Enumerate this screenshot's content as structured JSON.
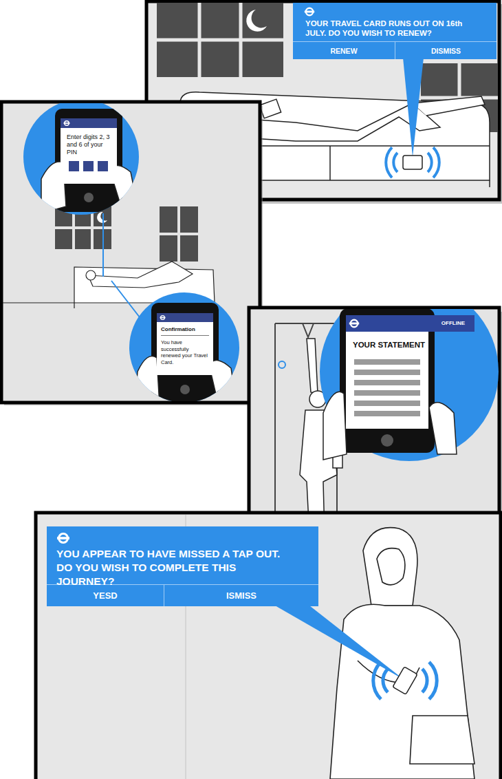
{
  "diagram": {
    "nodes": [
      {
        "text": [
          "YOUR TRAVEL CARD RUNS OUT ON 16th JULY. DO YOU WISH TO RENEW?"
        ]
      },
      {
        "text": [
          "RENEW"
        ],
        "in": 0
      },
      {
        "text": [
          "DISMISS"
        ],
        "in": 0
      },
      {
        "text": [
          "Enter digits 2, 3 and 6 of your PIN"
        ]
      },
      {
        "text": [
          "Confirmation",
          "You have successfully renewed your Travel Card."
        ]
      },
      {
        "text": [
          "OFFLINE",
          "YOUR STATEMENT"
        ]
      },
      {
        "text": [
          "YOU APPEAR TO HAVE MISSED A TAP OUT. DO YOU WISH TO COMPLETE THIS JOURNEY?"
        ]
      },
      {
        "text": [
          "YESD"
        ],
        "in": 6
      },
      {
        "text": [
          "ISMISS"
        ],
        "in": 6
      }
    ]
  }
}
